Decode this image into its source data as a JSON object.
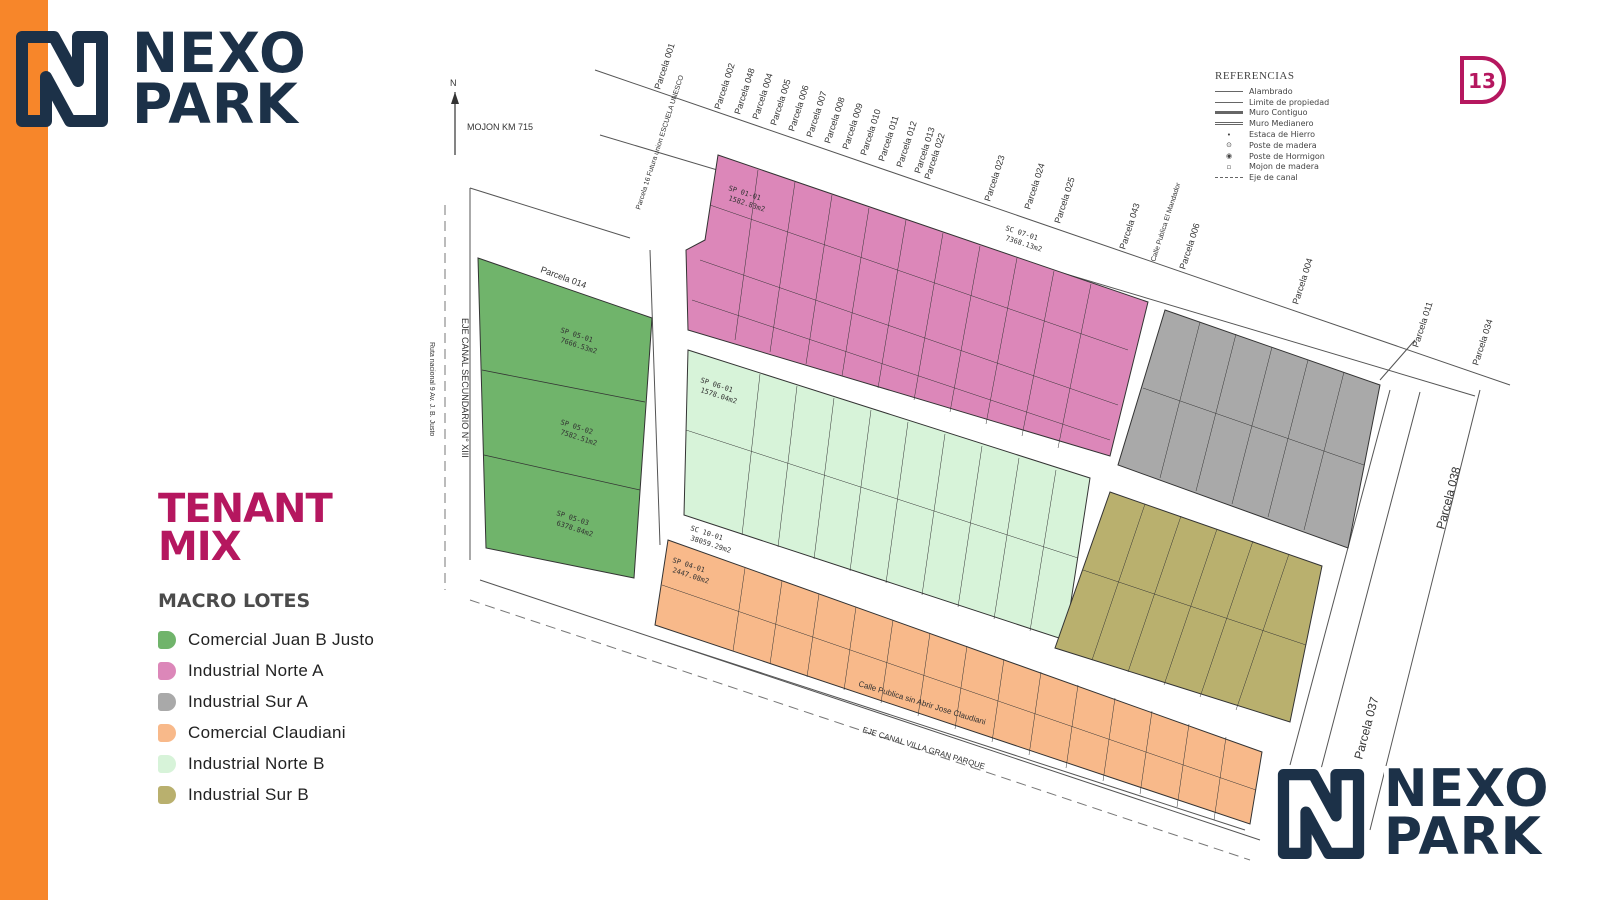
{
  "brand": {
    "name_line1": "NEXO",
    "name_line2": "PARK"
  },
  "badge": {
    "number": "13"
  },
  "tenant_mix": {
    "line1": "TENANT",
    "line2": "MIX"
  },
  "macro_lotes": {
    "title": "MACRO LOTES",
    "items": [
      {
        "label": "Comercial Juan B Justo",
        "color": "#70b46b"
      },
      {
        "label": "Industrial Norte A",
        "color": "#dc87b9"
      },
      {
        "label": "Industrial Sur A",
        "color": "#a9a9a9"
      },
      {
        "label": "Comercial Claudiani",
        "color": "#f8b98a"
      },
      {
        "label": "Industrial Norte B",
        "color": "#d7f3d9"
      },
      {
        "label": "Industrial Sur B",
        "color": "#b9b06e"
      }
    ]
  },
  "referencias": {
    "title": "REFERENCIAS",
    "items": [
      {
        "label": "Alambrado",
        "symbol": "line"
      },
      {
        "label": "Limite de propiedad",
        "symbol": "line"
      },
      {
        "label": "Muro Contiguo",
        "symbol": "line"
      },
      {
        "label": "Muro Medianero",
        "symbol": "line"
      },
      {
        "label": "Estaca de Hierro",
        "symbol": "•"
      },
      {
        "label": "Poste de madera",
        "symbol": "⊙"
      },
      {
        "label": "Poste de Hormigon",
        "symbol": "◉"
      },
      {
        "label": "Mojon de madera",
        "symbol": "▫"
      },
      {
        "label": "Eje de canal",
        "symbol": "line"
      }
    ]
  },
  "map": {
    "north": "N",
    "mojon": "MOJON KM 715",
    "parcelas": [
      "Parcela 001",
      "Parcela 002",
      "Parcela 048",
      "Parcela 004",
      "Parcela 005",
      "Parcela 006",
      "Parcela 007",
      "Parcela 008",
      "Parcela 009",
      "Parcela 010",
      "Parcela 011",
      "Parcela 012",
      "Parcela 013",
      "Parcela 022",
      "Parcela 023",
      "Parcela 024",
      "Parcela 025",
      "Parcela 043",
      "Parcela 006",
      "Parcela 004",
      "Parcela 011",
      "Parcela 034",
      "Parcela 038",
      "Parcela 037",
      "Parcela 014"
    ],
    "street_names": [
      "EJE CANAL SECUNDARIO N° XIII",
      "Ruta nacional 9 Av. J. B. Justo",
      "Calle Publica sin Abrir Jose Claudiani",
      "EJE CANAL VILLA GRAN PARQUE",
      "Parcela 16 Futura union ESCUELA UNESCO",
      "Calle Publica El Mandador"
    ],
    "lots": [
      {
        "id": "SP 05-01",
        "area": "7666.53m2"
      },
      {
        "id": "SP 05-02",
        "area": "7582.51m2"
      },
      {
        "id": "SP 05-03",
        "area": "6378.84m2"
      },
      {
        "id": "SP 01-01",
        "area": "1582.83m2"
      },
      {
        "id": "SP 06-01",
        "area": "1578.04m2"
      },
      {
        "id": "SC 10-01",
        "area": "38059.29m2"
      },
      {
        "id": "SP 04-01",
        "area": "2447.08m2"
      },
      {
        "id": "SC 07-01",
        "area": "7368.13m2"
      }
    ]
  }
}
